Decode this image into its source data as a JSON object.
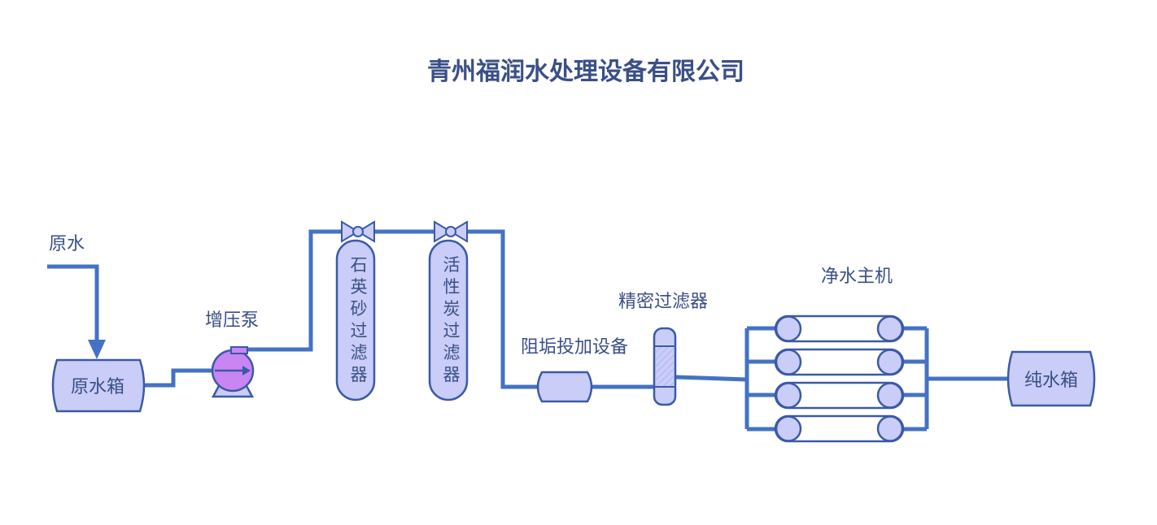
{
  "title": "青州福润水处理设备有限公司",
  "labels": {
    "raw_water": "原水",
    "raw_tank": "原水箱",
    "booster_pump": "增压泵",
    "sand_filter": "石英砂过滤器",
    "carbon_filter": "活性炭过滤器",
    "antiscalant": "阻垢投加设备",
    "precision_filter": "精密过滤器",
    "ro_unit": "净水主机",
    "pure_tank": "纯水箱"
  },
  "colors": {
    "pipe": "#4472c4",
    "outline": "#3b5aa6",
    "vessel_fill": "#c9cdf7",
    "pump_fill": "#c985f2",
    "text": "#3a4f86"
  },
  "icons": [
    "flow-arrow-icon",
    "valve-icon",
    "pump-icon"
  ]
}
